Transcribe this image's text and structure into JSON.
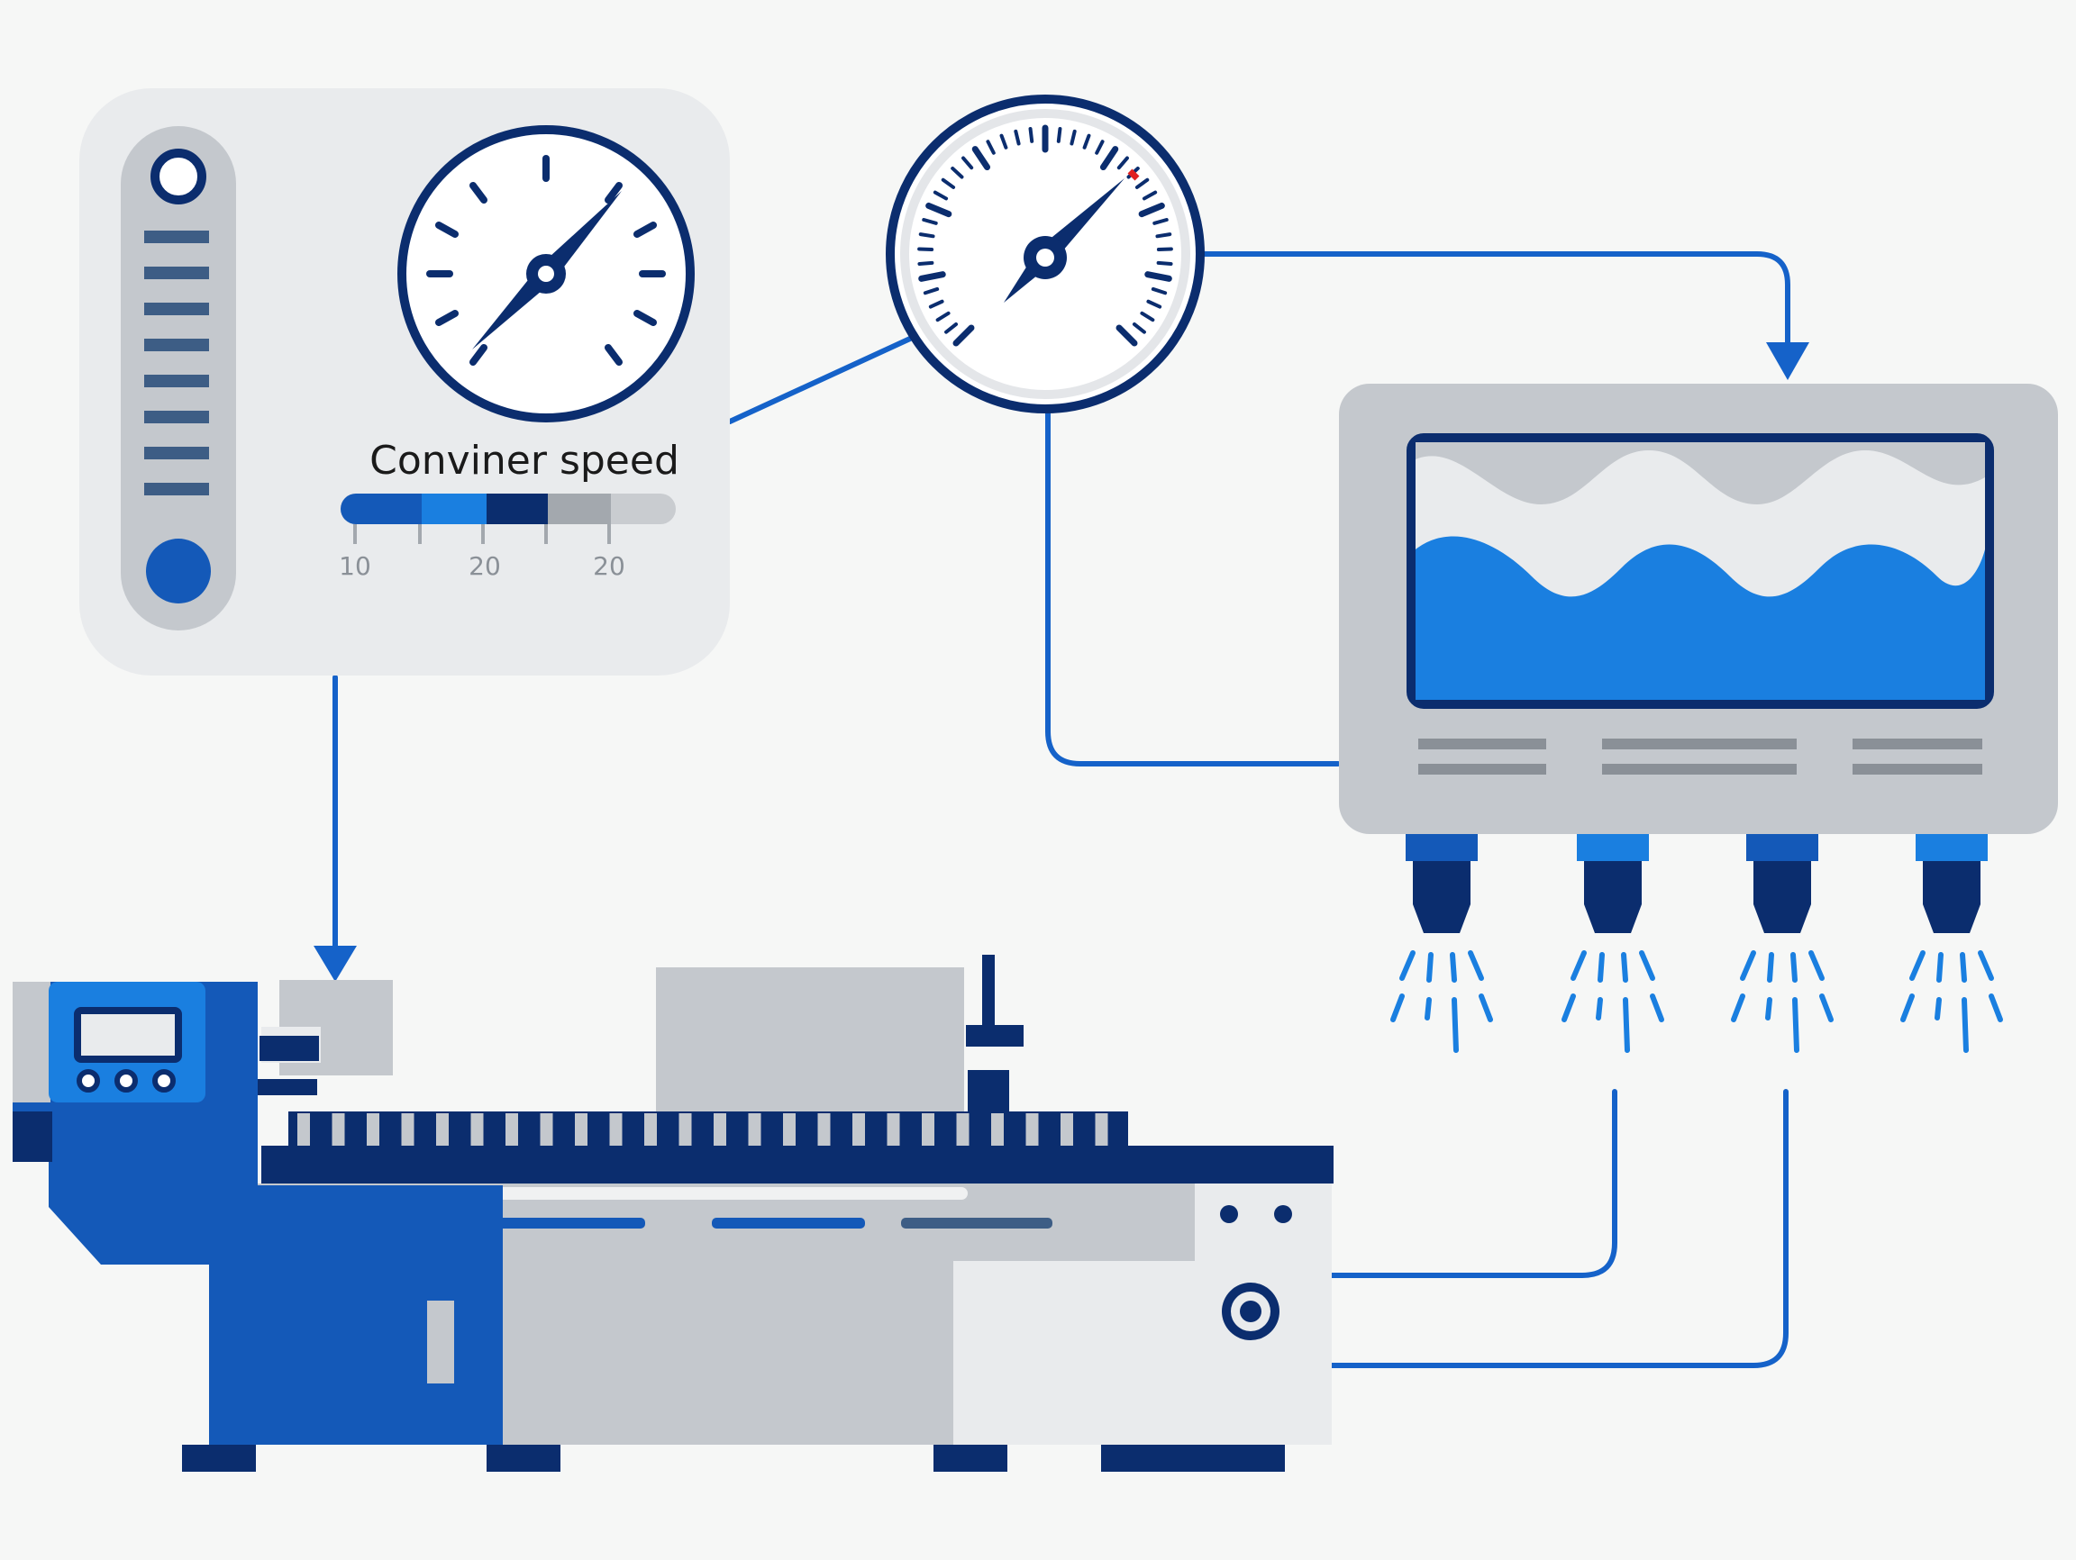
{
  "panel": {
    "speed_label": "Conviner speed",
    "scale_labels": [
      "10",
      "20",
      "20"
    ]
  },
  "colors": {
    "navy": "#0b2d6e",
    "blue": "#1459b8",
    "bright_blue": "#1a7fe0",
    "connector": "#1562c9",
    "gray": "#c4c8cd",
    "light_gray": "#e9ebed",
    "needle_tip": "#e02020"
  },
  "icons": {
    "left_gauge": "pressure-gauge-icon",
    "top_gauge": "pressure-gauge-icon",
    "tank": "water-tank-icon",
    "nozzles": "spray-nozzle-icon",
    "machine": "conveyor-machine-icon"
  }
}
